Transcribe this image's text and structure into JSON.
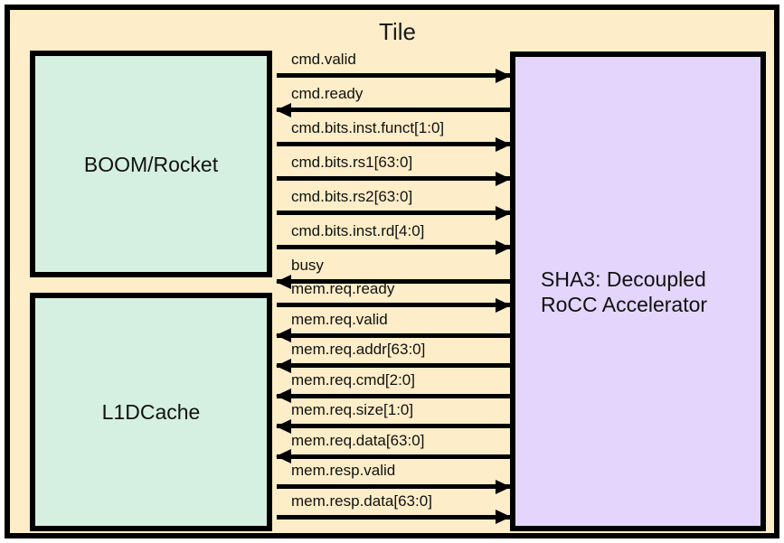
{
  "diagram": {
    "title": "Tile",
    "blocks": {
      "core": {
        "label": "BOOM/Rocket"
      },
      "cache": {
        "label": "L1DCache"
      },
      "accelerator": {
        "label": "SHA3: Decoupled\nRoCC Accelerator"
      }
    },
    "colors": {
      "tile_background": "#fdedc8",
      "core_block": "#d5f0e0",
      "cache_block": "#d5f0e0",
      "accelerator_block": "#e3d5fb",
      "border": "#000000",
      "text": "#111111"
    },
    "command_signals": [
      {
        "label": "cmd.valid",
        "direction": "right"
      },
      {
        "label": "cmd.ready",
        "direction": "left"
      },
      {
        "label": "cmd.bits.inst.funct[1:0]",
        "direction": "right"
      },
      {
        "label": "cmd.bits.rs1[63:0]",
        "direction": "right"
      },
      {
        "label": "cmd.bits.rs2[63:0]",
        "direction": "right"
      },
      {
        "label": "cmd.bits.inst.rd[4:0]",
        "direction": "right"
      },
      {
        "label": "busy",
        "direction": "left"
      }
    ],
    "memory_signals": [
      {
        "label": "mem.req.ready",
        "direction": "right"
      },
      {
        "label": "mem.req.valid",
        "direction": "left"
      },
      {
        "label": "mem.req.addr[63:0]",
        "direction": "left"
      },
      {
        "label": "mem.req.cmd[2:0]",
        "direction": "left"
      },
      {
        "label": "mem.req.size[1:0]",
        "direction": "left"
      },
      {
        "label": "mem.req.data[63:0]",
        "direction": "left"
      },
      {
        "label": "mem.resp.valid",
        "direction": "right"
      },
      {
        "label": "mem.resp.data[63:0]",
        "direction": "right"
      }
    ]
  }
}
